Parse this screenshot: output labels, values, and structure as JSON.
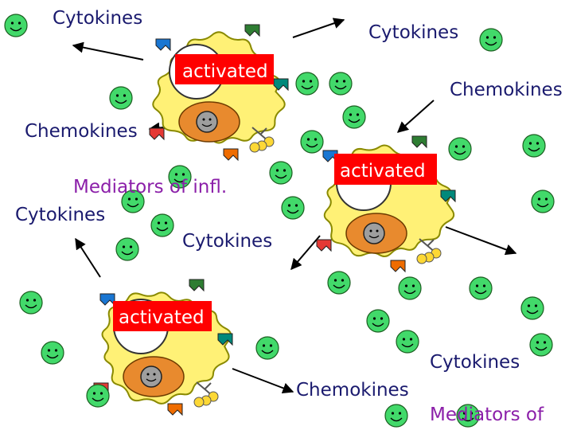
{
  "colors": {
    "cell_body": "#fff176",
    "cell_outline": "#8a8a00",
    "nucleus": "#e88a2e",
    "vacuole": "#ffffff",
    "receptor_blue": "#1976d2",
    "receptor_green": "#2e7d32",
    "receptor_teal": "#00897b",
    "receptor_red": "#e53935",
    "receptor_orange": "#ef6c00",
    "smiley": "#42d96a",
    "smiley_outline": "#1b5e20",
    "activated_box": "#ff0000",
    "activated_text": "#ffffff",
    "label_blue": "#1a1a6e",
    "label_purple": "#8b1fa9"
  },
  "icons": [
    "smiley-face-icon",
    "cell-icon",
    "arrow-icon"
  ],
  "cells": [
    {
      "activated_label": "activated"
    },
    {
      "activated_label": "activated"
    },
    {
      "activated_label": "activated"
    }
  ],
  "labels": {
    "cytokines_1": "Cytokines",
    "cytokines_2": "Cytokines",
    "chemokines_1": "Chemokines",
    "chemokines_2": "Chemokines",
    "mediators_1": "Mediators of infl.",
    "cytokines_3": "Cytokines",
    "cytokines_4": "Cytokines",
    "cytokines_5": "Cytokines",
    "chemokines_3": "Chemokines",
    "mediators_2": "Mediators of"
  }
}
